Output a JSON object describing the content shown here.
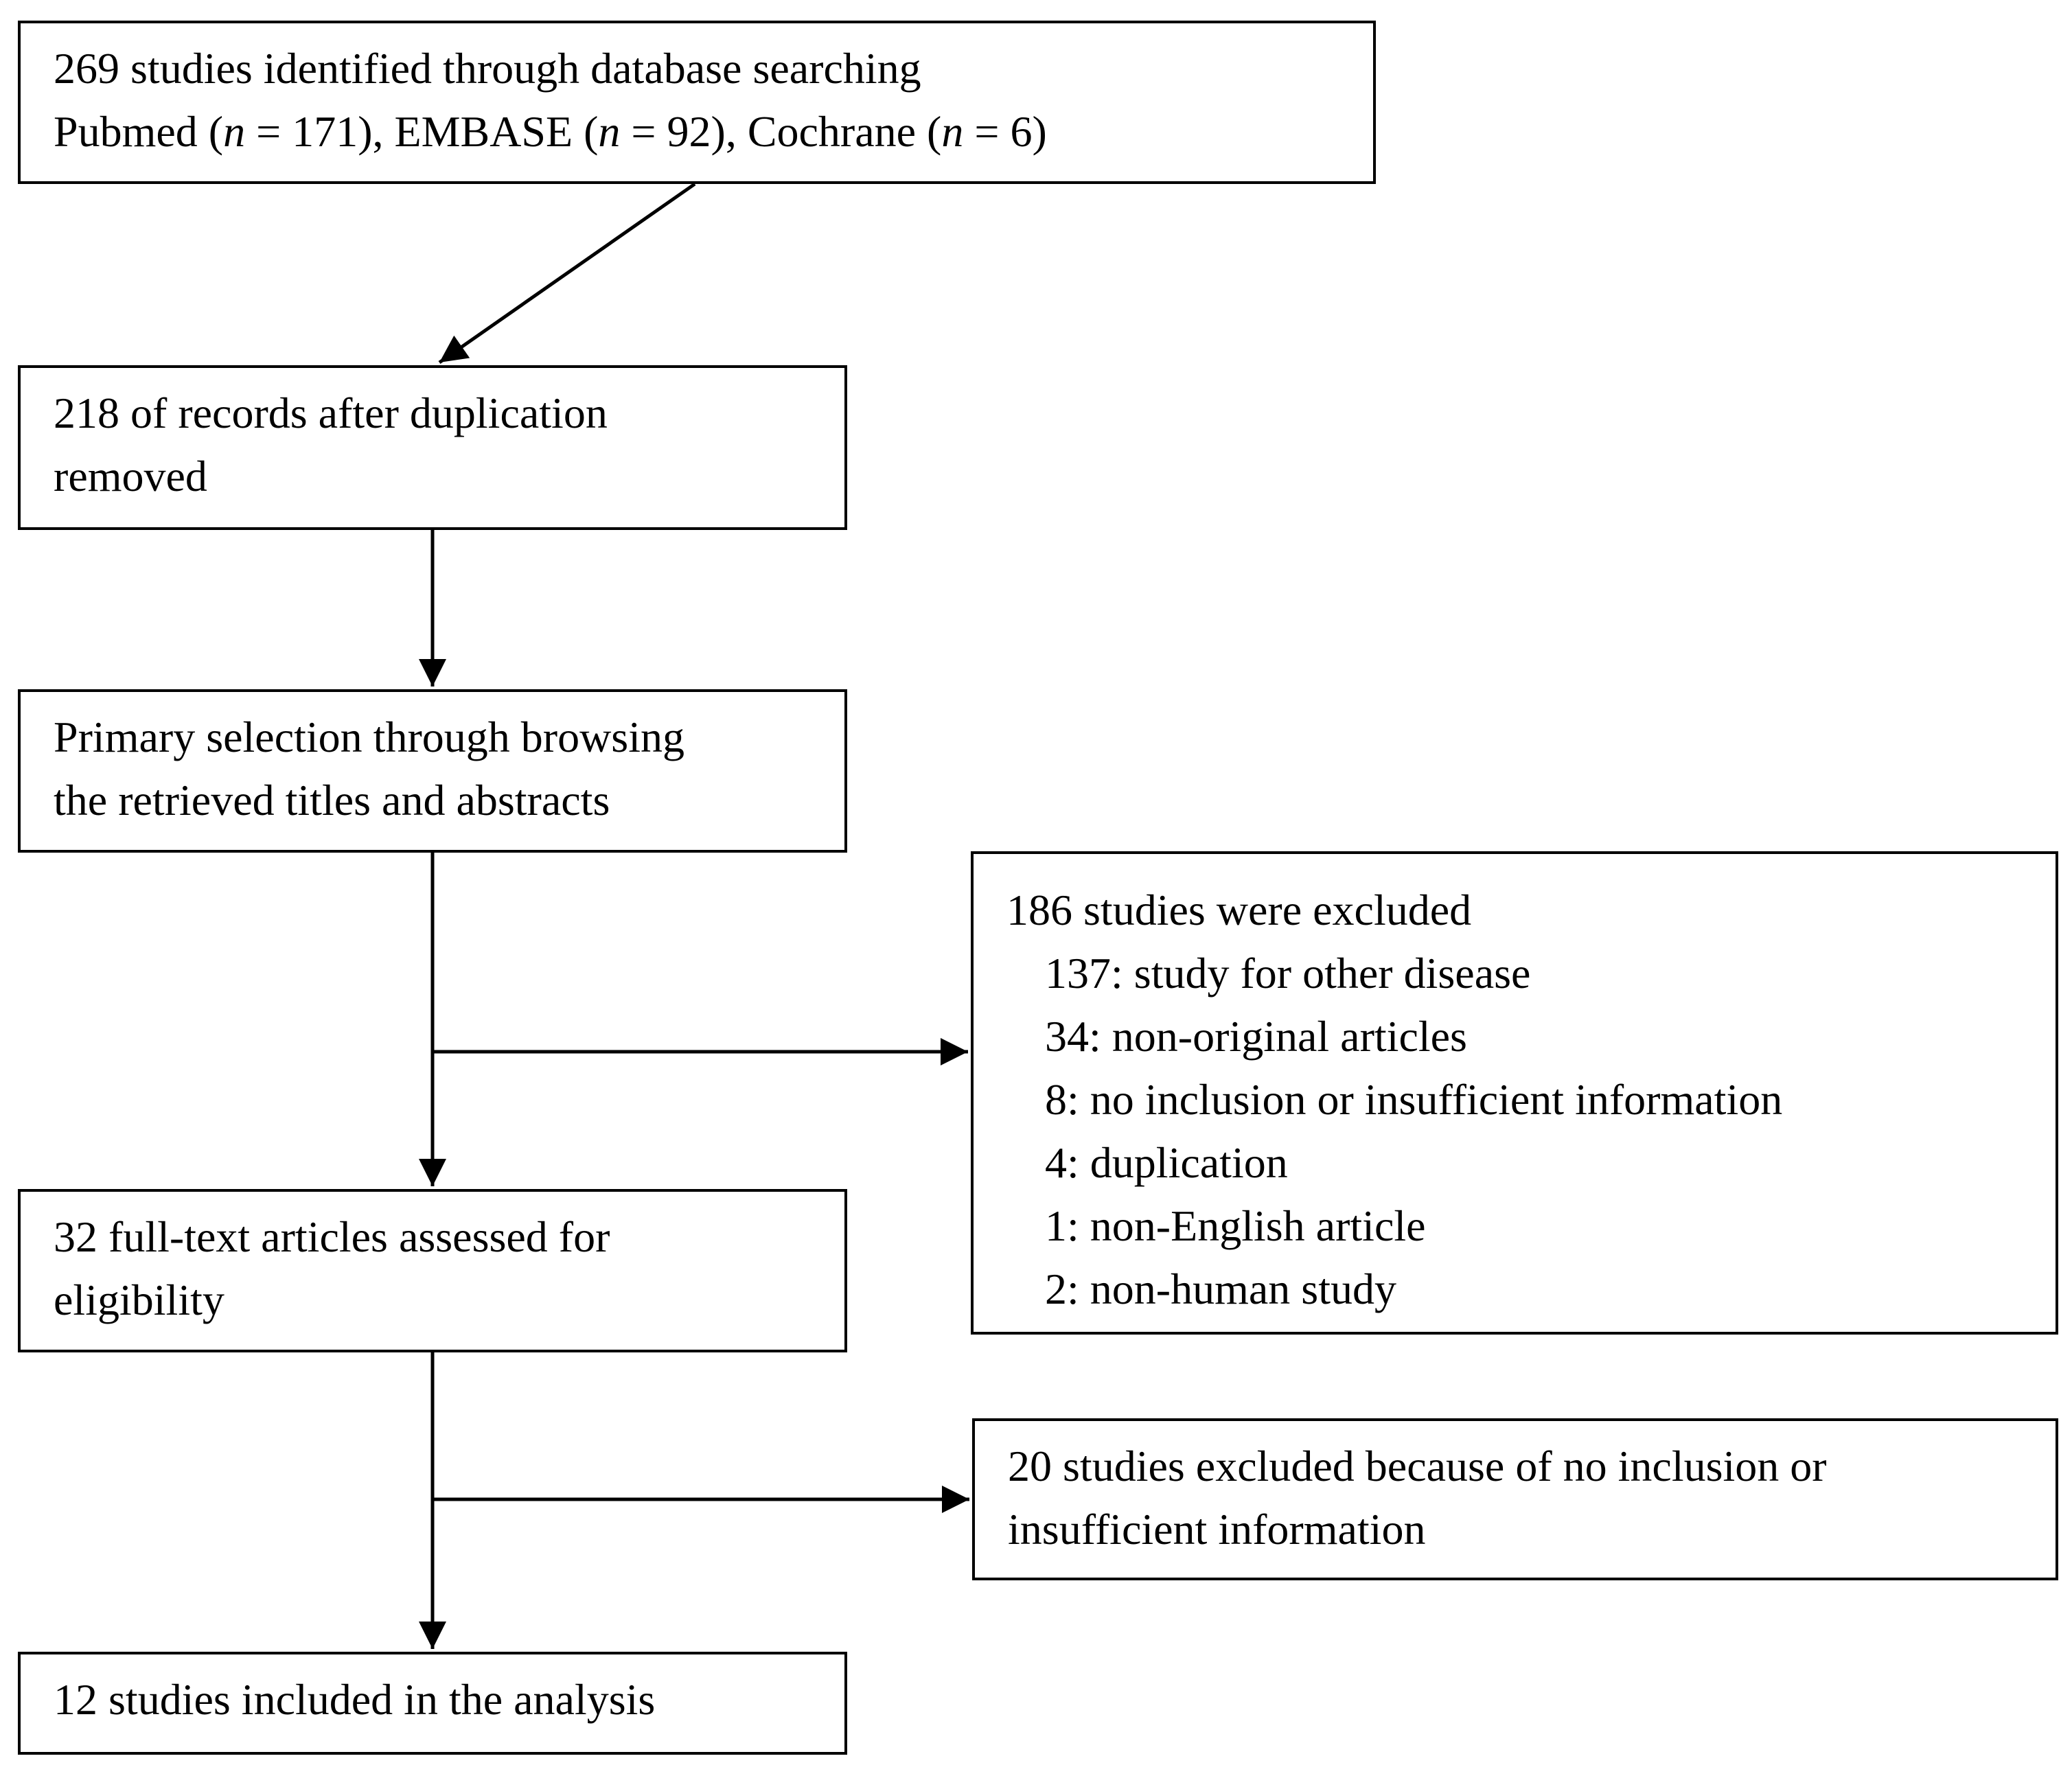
{
  "boxes": {
    "identified": {
      "line1": "269 studies identified through database searching",
      "line2": {
        "db1_name": "Pubmed (",
        "db1_n": "n",
        "db1_count": " = 171), EMBASE (",
        "db2_n": "n",
        "db2_count": " = 92), Cochrane (",
        "db3_n": "n",
        "db3_count": " = 6)"
      }
    },
    "deduplicated": {
      "line1": "218 of records after duplication",
      "line2": "removed"
    },
    "screening": {
      "line1": "Primary selection through browsing",
      "line2": "the retrieved titles and abstracts"
    },
    "fulltext": {
      "line1": "32 full-text articles assessed for",
      "line2": "eligibility"
    },
    "included": {
      "line1": "12 studies included in the analysis"
    },
    "excluded_screening": {
      "heading": "186 studies were excluded",
      "reasons": [
        "137: study for other disease",
        "34: non-original articles",
        "8: no inclusion or insufficient information",
        "4: duplication",
        "1: non-English article",
        "2: non-human study"
      ]
    },
    "excluded_fulltext": {
      "line1": "20 studies excluded because of no inclusion or",
      "line2": "insufficient information"
    }
  },
  "colors": {
    "stroke": "#000000",
    "background": "#ffffff"
  }
}
